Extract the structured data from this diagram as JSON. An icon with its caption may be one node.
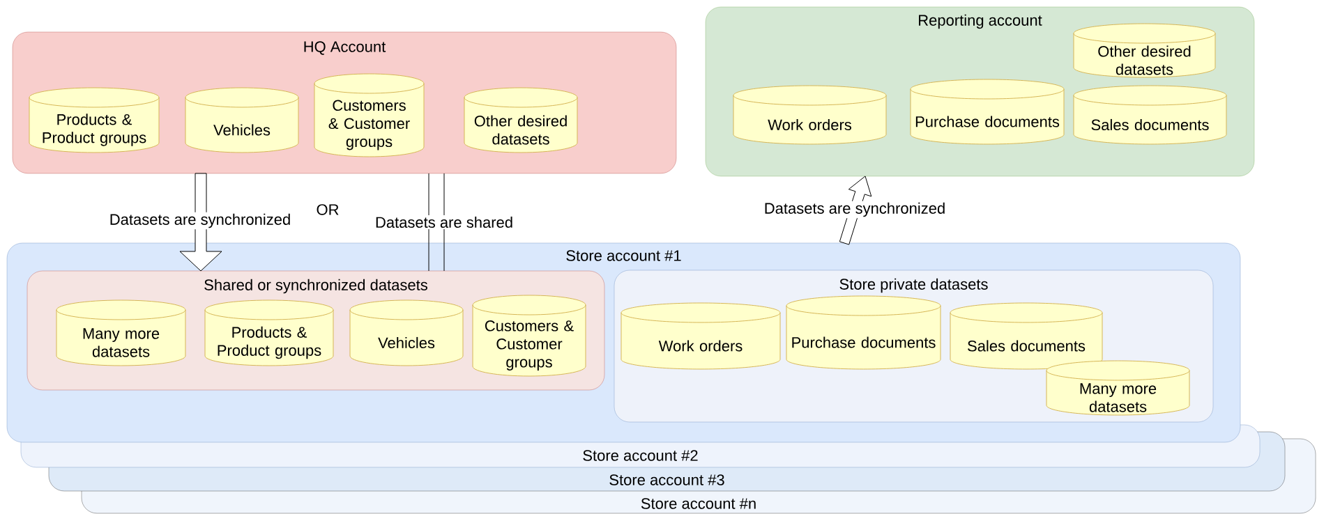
{
  "diagram": {
    "nodes": [
      {
        "text": [
          "HQ Account"
        ]
      },
      {
        "text": [
          "Products & Product groups"
        ],
        "in": 0
      },
      {
        "text": [
          "Vehicles"
        ],
        "in": 0
      },
      {
        "text": [
          "Customers & Customer groups"
        ],
        "in": 0
      },
      {
        "text": [
          "Other desired datasets"
        ],
        "in": 0
      },
      {
        "text": [
          "Reporting account"
        ]
      },
      {
        "text": [
          "Other desired datasets"
        ],
        "in": 5
      },
      {
        "text": [
          "Work orders"
        ],
        "in": 5
      },
      {
        "text": [
          "Purchase documents"
        ],
        "in": 5
      },
      {
        "text": [
          "Sales documents"
        ],
        "in": 5
      },
      {
        "text": [
          "Store account #1"
        ]
      },
      {
        "text": [
          "Shared or synchronized datasets"
        ],
        "in": 10
      },
      {
        "text": [
          "Many more datasets"
        ],
        "in": 11
      },
      {
        "text": [
          "Products & Product groups"
        ],
        "in": 11
      },
      {
        "text": [
          "Vehicles"
        ],
        "in": 11
      },
      {
        "text": [
          "Customers & Customer groups"
        ],
        "in": 11
      },
      {
        "text": [
          "Store private datasets"
        ],
        "in": 10
      },
      {
        "text": [
          "Work orders"
        ],
        "in": 16
      },
      {
        "text": [
          "Purchase documents"
        ],
        "in": 16
      },
      {
        "text": [
          "Sales documents"
        ],
        "in": 16
      },
      {
        "text": [
          "Many more datasets"
        ],
        "in": 16
      },
      {
        "text": [
          "Store account #2"
        ]
      },
      {
        "text": [
          "Store account #3"
        ]
      },
      {
        "text": [
          "Store account #n"
        ]
      }
    ],
    "edges": [
      {
        "from": 0,
        "to": 11,
        "arrow": "to",
        "label": "Datasets are synchronized"
      },
      {
        "from": 0,
        "to": 11,
        "arrow": "none",
        "label": "Datasets are shared"
      },
      {
        "from": 10,
        "to": 5,
        "arrow": "to",
        "label": "Datasets are synchronized"
      }
    ],
    "labels": [
      "OR"
    ]
  }
}
